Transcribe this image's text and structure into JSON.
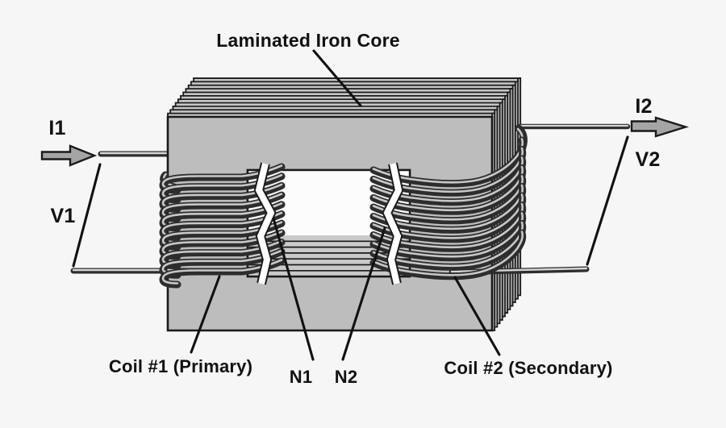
{
  "figure": {
    "type": "transformer-diagram",
    "labels": {
      "core": "Laminated Iron Core",
      "current_in": "I1",
      "voltage_in": "V1",
      "current_out": "I2",
      "voltage_out": "V2",
      "coil_primary": "Coil #1 (Primary)",
      "turns_primary": "N1",
      "turns_secondary": "N2",
      "coil_secondary": "Coil #2 (Secondary)"
    },
    "coils": {
      "primary_visible_turns": 11,
      "secondary_visible_turns": 11
    },
    "colors": {
      "background": "#f6f6f6",
      "core_front": "#bdbdbd",
      "core_top": "#c6c6c6",
      "core_side": "#bababa",
      "window_hole": "#fcfcfc",
      "window_back": "#c9c9c9",
      "outline": "#1a1a1a",
      "wire_dark": "#2d2d2d",
      "wire_highlight": "#d6d6d6",
      "coil_highlight": "#c8c8c8",
      "arrow_fill": "#a5a5a5",
      "break_mark": "#ffffff",
      "label_ink": "#111111"
    }
  }
}
